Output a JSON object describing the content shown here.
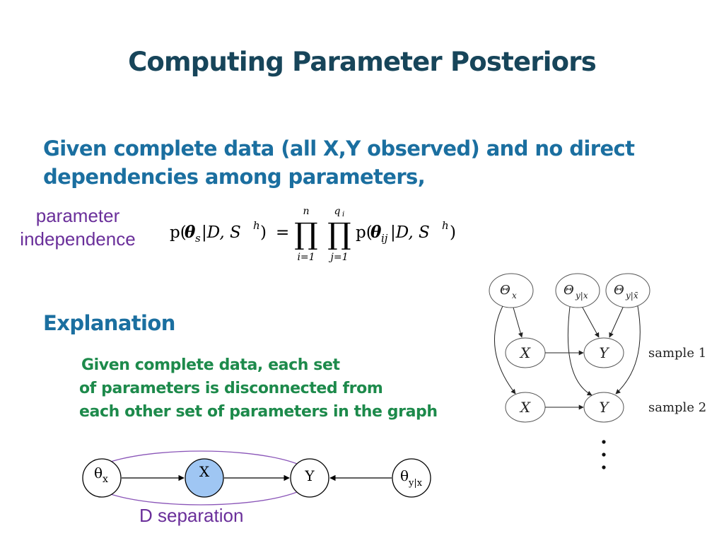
{
  "slide": {
    "title": "Computing Parameter Posteriors",
    "bullet": {
      "line1": "Given complete data (all X,Y observed) and no direct",
      "line2": "dependencies among parameters,"
    },
    "side_label": {
      "line1": "parameter",
      "line2": "independence"
    },
    "formula": {
      "lhs_p": "p(",
      "lhs_theta": "θ",
      "lhs_sub": "s",
      "lhs_rest": "|D, S",
      "lhs_sup": "h",
      "lhs_close": ")",
      "equals": "=",
      "prod1_top": "n",
      "prod1_bottom": "i=1",
      "prod2_top": "q",
      "prod2_top_sub": "i",
      "prod2_bottom": "j=1",
      "product_symbol": "∏",
      "rhs_p": "p(",
      "rhs_theta": "θ",
      "rhs_sub": "ij",
      "rhs_rest": "|D, S",
      "rhs_sup": "h",
      "rhs_close": ")"
    },
    "explanation_heading": "Explanation",
    "explanation_lines": [
      "Given complete data, each set",
      "of parameters is disconnected from",
      "each other set of parameters in the graph"
    ],
    "network": {
      "params": [
        "Θ",
        "Θ",
        "Θ"
      ],
      "param_subs": [
        "x",
        "y|x",
        "y|x̄"
      ],
      "nodes": {
        "x": "X",
        "y": "Y"
      },
      "sample_labels": [
        "sample  1",
        "sample  2"
      ],
      "ellipsis": "⋮"
    },
    "dsep_diagram": {
      "theta_x": "θ",
      "theta_x_sub": "x",
      "x": "X",
      "y": "Y",
      "theta_yx": "θ",
      "theta_yx_sub": "y|x",
      "label": "D separation"
    }
  }
}
